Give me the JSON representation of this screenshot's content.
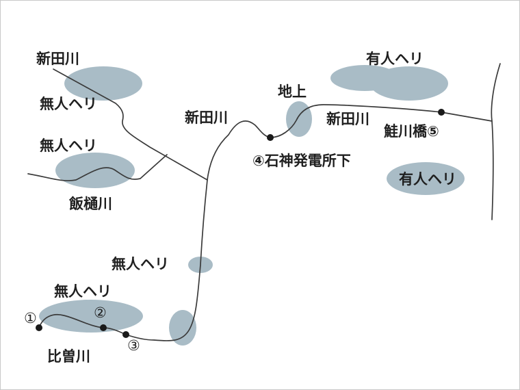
{
  "colors": {
    "zone": "#a9bcc6",
    "river": "#3a3a3a",
    "point": "#1a1a1a"
  },
  "rivers": {
    "shinden_upper": "新田川",
    "shinden_middle": "新田川",
    "shinden_right": "新田川",
    "ihi": "飯樋川",
    "hiso": "比曽川"
  },
  "zones": {
    "unmanned_heli_1": "無人ヘリ",
    "unmanned_heli_2": "無人ヘリ",
    "unmanned_heli_3": "無人ヘリ",
    "unmanned_heli_4": "無人ヘリ",
    "manned_heli_1": "有人ヘリ",
    "manned_heli_2": "有人ヘリ",
    "ground": "地上"
  },
  "points": {
    "p1": "①",
    "p2": "②",
    "p3": "③",
    "p4": "④石神発電所下",
    "p5": "鮭川橋⑤"
  }
}
